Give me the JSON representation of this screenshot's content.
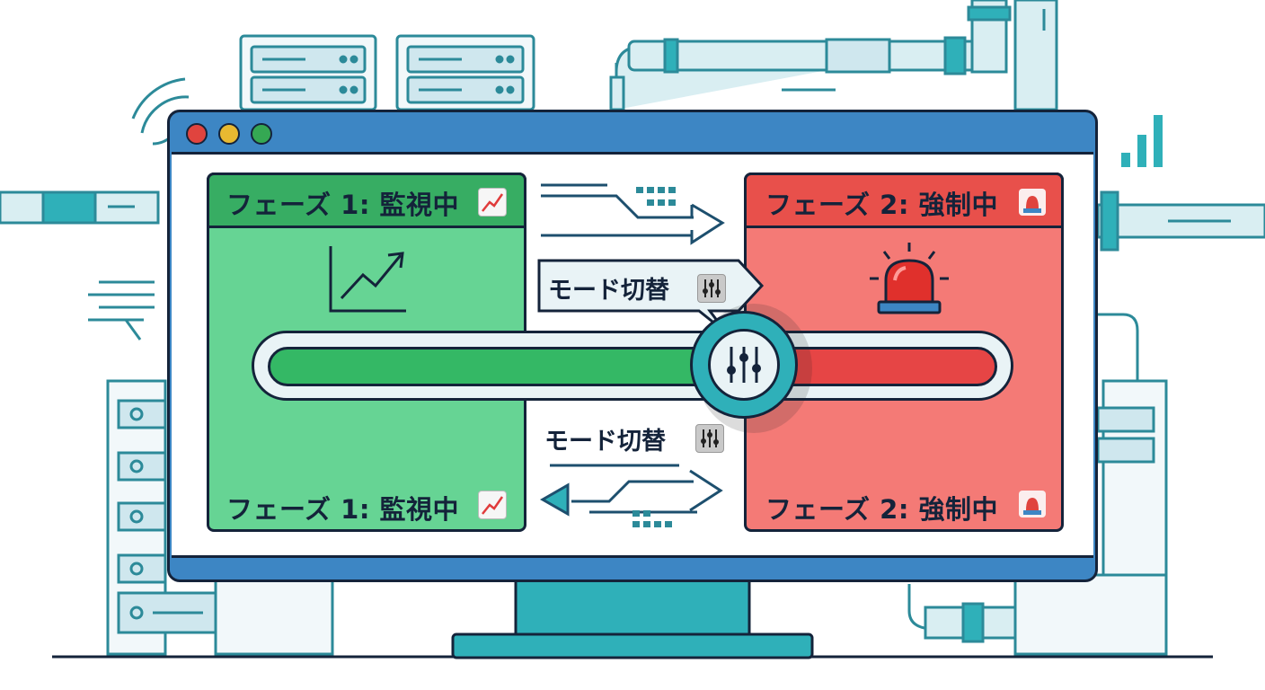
{
  "window": {
    "traffic_lights": [
      "#e0443e",
      "#e8b931",
      "#35a853"
    ]
  },
  "phase1": {
    "header_label": "フェーズ 1: 監視中",
    "footer_label": "フェーズ 1: 監視中",
    "icon": "chart-increasing-icon",
    "color": "#5fd38f"
  },
  "phase2": {
    "header_label": "フェーズ 2: 強制中",
    "footer_label": "フェーズ 2: 強制中",
    "icon": "police-light-icon",
    "color": "#f47a76"
  },
  "mode_switch": {
    "callout_label": "モード切替",
    "lower_label": "モード切替",
    "icon": "sliders-icon"
  },
  "toggle": {
    "left_color": "#34b865",
    "right_color": "#e64545",
    "knob_icon": "sliders-icon"
  }
}
